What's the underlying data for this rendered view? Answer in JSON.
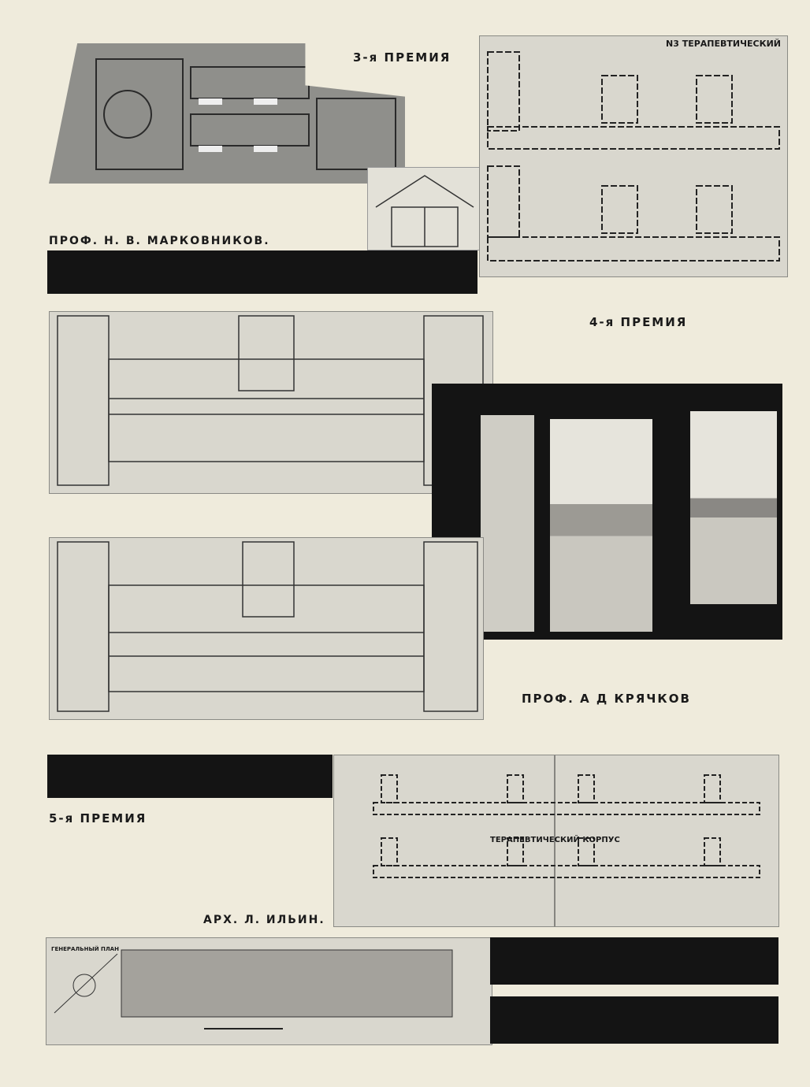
{
  "entries": [
    {
      "prize": "3-я ПРЕМИЯ",
      "author": "ПРОФ. Н. В. МАРКОВНИКОВ.",
      "plan_label": "N3 ТЕРАПЕВТИЧЕСКИЙ"
    },
    {
      "prize": "4-я ПРЕМИЯ",
      "author": "ПРОФ. А Д КРЯЧКОВ"
    },
    {
      "prize": "5-я ПРЕМИЯ",
      "author": "АРХ. Л. ИЛЬИН.",
      "plan_label": "ТЕРАПЕВТИЧЕСКИЙ КОРПУС",
      "genplan_label": "ГЕНЕРАЛЬНЫЙ ПЛАН"
    }
  ],
  "colors": {
    "paper": "#efebdc",
    "ink": "#141414",
    "plan": "#d9d7ce",
    "site": "#8f8f8b"
  }
}
